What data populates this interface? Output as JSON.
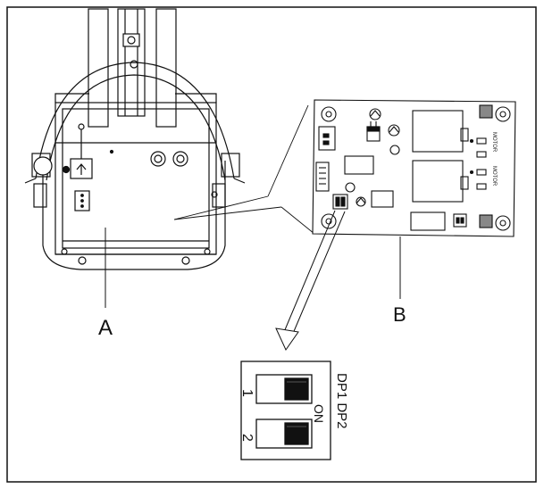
{
  "labels": {
    "a": "A",
    "b": "B",
    "dp": "DP1 DP2",
    "on": "ON",
    "switch_1": "1",
    "switch_2": "2"
  },
  "board_text": {
    "motor_top": "MOTOR",
    "motor_bottom": "MOTOR"
  },
  "colors": {
    "ink": "#111111",
    "paper": "#ffffff"
  }
}
